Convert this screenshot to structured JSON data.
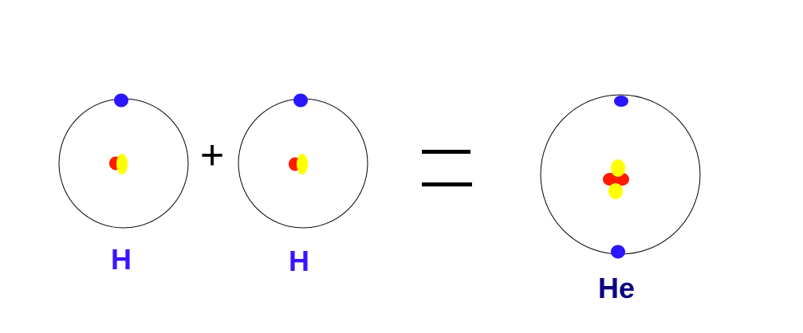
{
  "atoms": [
    {
      "id": "h1",
      "label": "H"
    },
    {
      "id": "h2",
      "label": "H"
    },
    {
      "id": "he",
      "label": "He"
    }
  ],
  "operators": {
    "plus": "+"
  },
  "colors": {
    "electron": "#2a16ff",
    "proton": "#ff1a00",
    "neutron": "#ffff00",
    "orbit": "#000000",
    "h_label": "#3c14ff",
    "he_label": "#0b0580",
    "equals": "#000000"
  }
}
